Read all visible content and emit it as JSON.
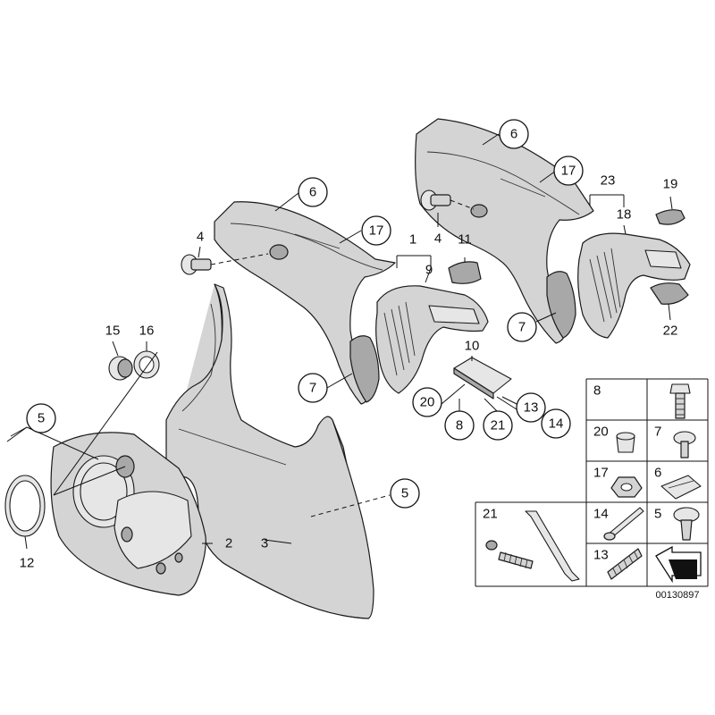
{
  "diagram_code": "00130897",
  "callouts": {
    "c1": "1",
    "c2": "2",
    "c3": "3",
    "c4a": "4",
    "c4b": "4",
    "c5a": "5",
    "c5b": "5",
    "c6a": "6",
    "c6b": "6",
    "c7a": "7",
    "c7b": "7",
    "c8": "8",
    "c9": "9",
    "c10": "10",
    "c11": "11",
    "c12": "12",
    "c13": "13",
    "c14": "14",
    "c15": "15",
    "c16": "16",
    "c17a": "17",
    "c17b": "17",
    "c18": "18",
    "c19": "19",
    "c20": "20",
    "c21": "21",
    "c22": "22",
    "c23": "23"
  },
  "inset_cells": {
    "cell_8": "8",
    "cell_20": "20",
    "cell_7": "7",
    "cell_17": "17",
    "cell_6": "6",
    "cell_21": "21",
    "cell_14": "14",
    "cell_5": "5",
    "cell_13": "13"
  }
}
